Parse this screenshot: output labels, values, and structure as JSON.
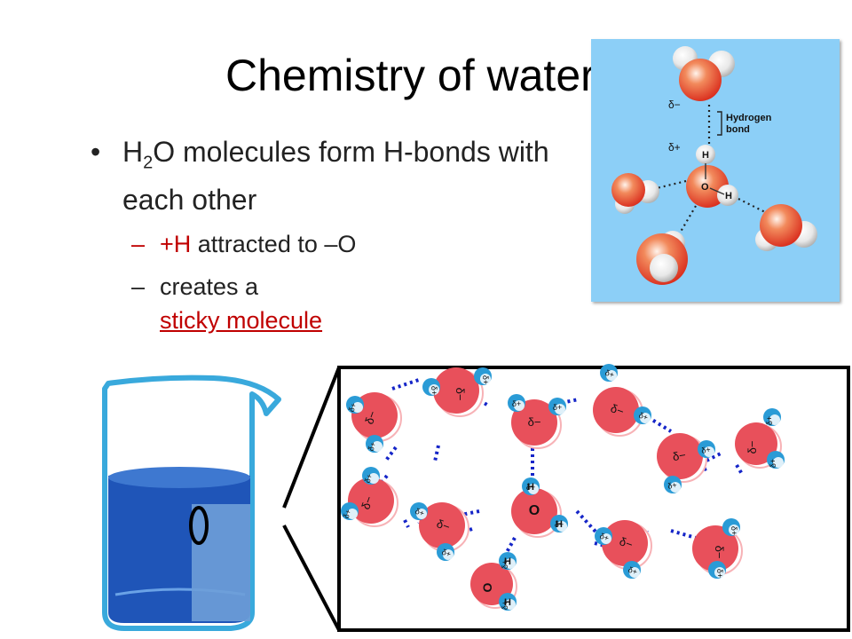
{
  "slide": {
    "title": "Chemistry of water",
    "bullet1": {
      "marker": "•",
      "text_a": "H",
      "subscript": "2",
      "text_b": "O molecules form H-bonds with each other"
    },
    "sub_bullets": [
      {
        "marker": "–",
        "highlight": "+H",
        "rest": " attracted to –O"
      },
      {
        "marker": "–",
        "text": "creates a",
        "link": "sticky molecule"
      }
    ]
  },
  "figure_hbond": {
    "label_delta_minus": "δ−",
    "label_delta_plus": "δ+",
    "label_hydrogen": "Hydrogen",
    "label_bond": "bond",
    "atom_h_top": "H",
    "atom_o": "O",
    "atom_h_right": "H"
  },
  "figure_network": {
    "delta_minus": "δ−",
    "delta_plus": "δ+",
    "center_o": "O",
    "center_h": "H",
    "lower_o": "O",
    "lower_h": "H"
  },
  "colors": {
    "red_text": "#c00000",
    "panel_blue": "#8ccff7",
    "water_blue": "#1f55b8",
    "oxygen_red": "#e8505b",
    "hydrogen_blue": "#2a9bd6",
    "bond_blue": "#1525c8"
  }
}
